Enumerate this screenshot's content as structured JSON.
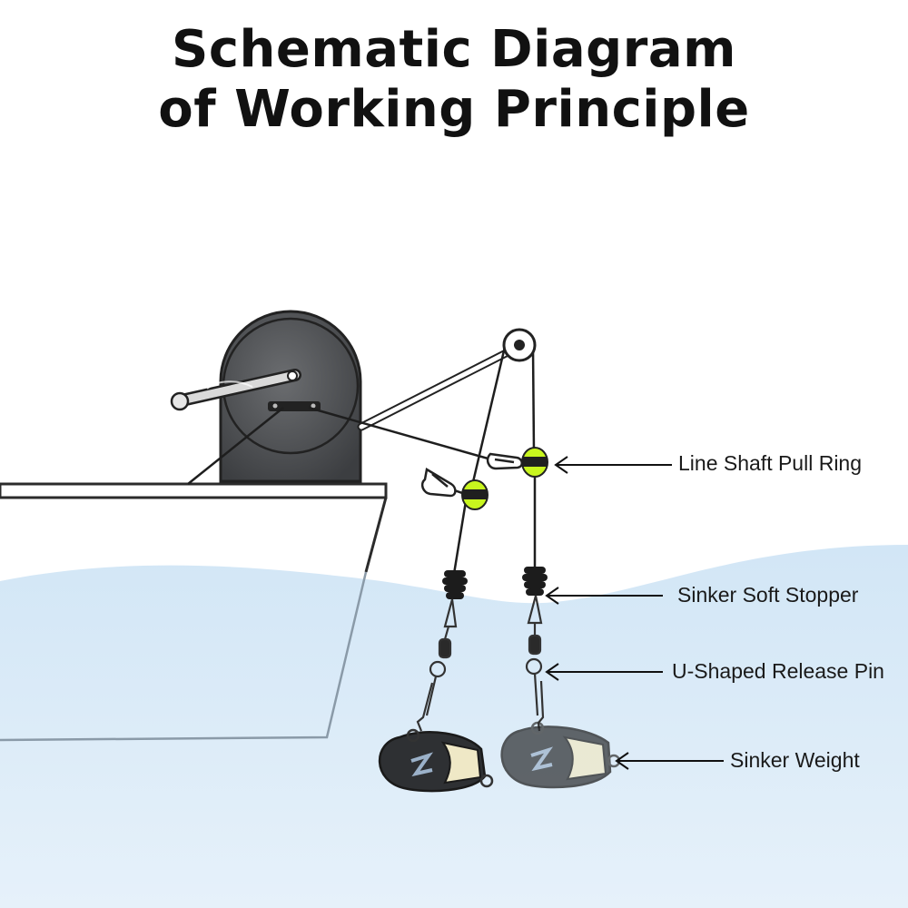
{
  "title": {
    "line1": "Schematic Diagram",
    "line2": "of Working Principle"
  },
  "labels": {
    "pull_ring": "Line Shaft Pull Ring",
    "soft_stopper": "Sinker Soft Stopper",
    "release_pin": "U-Shaped Release Pin",
    "sinker_weight": "Sinker Weight"
  },
  "colors": {
    "water": "#d6e8f7",
    "reel": "#55575a",
    "ring_accent": "#c8f51e",
    "sinker_body": "#2e3033",
    "sinker_insert": "#efe8c6"
  }
}
